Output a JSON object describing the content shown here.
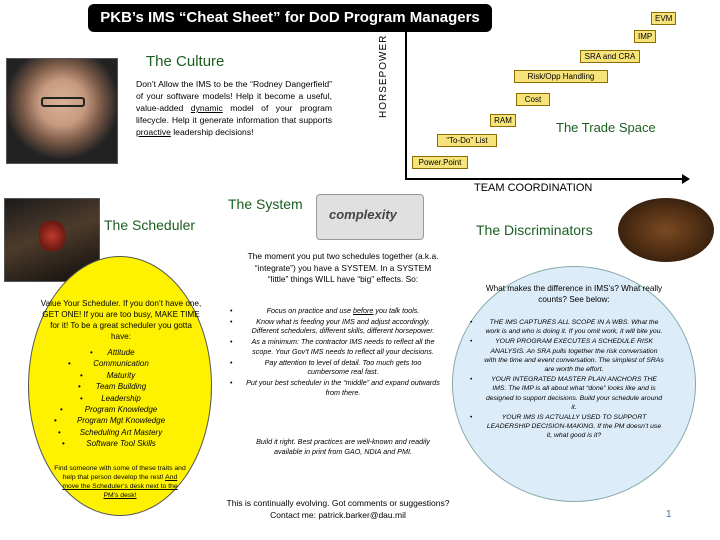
{
  "title": "PKB’s IMS “Cheat Sheet” for DoD Program Managers",
  "culture": {
    "heading": "The Culture",
    "text_a": "Don’t Allow the IMS to be the “Rodney Dangerfield” of your software models! Help it become a useful, value-added ",
    "text_dynamic": "dynamic",
    "text_b": " model of your program lifecycle. Help it generate information that supports ",
    "text_proactive": "proactive",
    "text_c": " leadership decisions!"
  },
  "trade_space": {
    "y_axis_label": "HORSEPOWER",
    "bars": [
      "EVM",
      "IMP",
      "SRA and CRA",
      "Risk/Opp Handling",
      "Cost",
      "RAM",
      "“To-Do” List",
      "Power.Point"
    ],
    "heading": "The Trade Space",
    "x_axis_label": "TEAM COORDINATION"
  },
  "system": {
    "heading": "The System",
    "badge": "complexity",
    "intro": "The moment you put two schedules together (a.k.a. “integrate”) you have a SYSTEM. In a SYSTEM “little” things WILL have “big” effects. So:",
    "items": [
      {
        "a": "Focus on practice and use ",
        "u": "before",
        "b": " you talk tools."
      },
      {
        "a": "Know what is feeding your IMS and adjust accordingly. Different schedulers, different skills, different horsepower.",
        "u": "",
        "b": ""
      },
      {
        "a": "As a minimum: The contractor IMS needs to reflect all the scope. Your Gov’t IMS needs to reflect all your decisions.",
        "u": "",
        "b": ""
      },
      {
        "a": "Pay attention to level of detail. Too much gets too cumbersome real fast.",
        "u": "",
        "b": ""
      },
      {
        "a": "Put your best scheduler in the “middle” and expand outwards from there.",
        "u": "",
        "b": ""
      }
    ],
    "build": "Build it right. Best practices are well-known and readily available in print from GAO, NDIA and PMI.",
    "contact": "This is continually evolving. Got comments or suggestions? Contact me: patrick.barker@dau.mil"
  },
  "scheduler": {
    "photo_caption": "",
    "heading": "The Scheduler",
    "intro": "Value Your Scheduler. If you don’t have one, GET ONE! If you are too busy, MAKE TIME for it! To be a great scheduler you gotta have:",
    "items": [
      "Attitude",
      "Communication",
      "Maturity",
      "Team Building",
      "Leadership",
      "Program Knowledge",
      "Program Mgt Knowledge",
      "Scheduling Art Mastery",
      "Software Tool Skills"
    ],
    "outro_a": "Find someone with some of these traits and help that person develop the rest! ",
    "outro_u": "And move the Scheduler’s desk next to the PM’s desk!"
  },
  "discriminators": {
    "heading": "The Discriminators",
    "intro": "What makes the difference in IMS’s? What really counts? See below:",
    "items": [
      "THE IMS CAPTURES ALL SCOPE IN A WBS. What the work is and who is doing it. If you omit work, it will bite you.",
      "YOUR PROGRAM EXECUTES A SCHEDULE RISK ANALYSIS. An SRA pulls together the risk conversation with the time and event conversation. The simplest of SRAs are worth the effort.",
      "YOUR INTEGRATED MASTER PLAN ANCHORS THE IMS. The IMP is all about what “done” looks like and is designed to support decisions. Build your schedule around it.",
      "YOUR IMS IS ACTUALLY USED TO SUPPORT LEADERSHIP DECISION-MAKING. If the PM doesn’t use it, what good is it?"
    ]
  },
  "page_number": "1"
}
